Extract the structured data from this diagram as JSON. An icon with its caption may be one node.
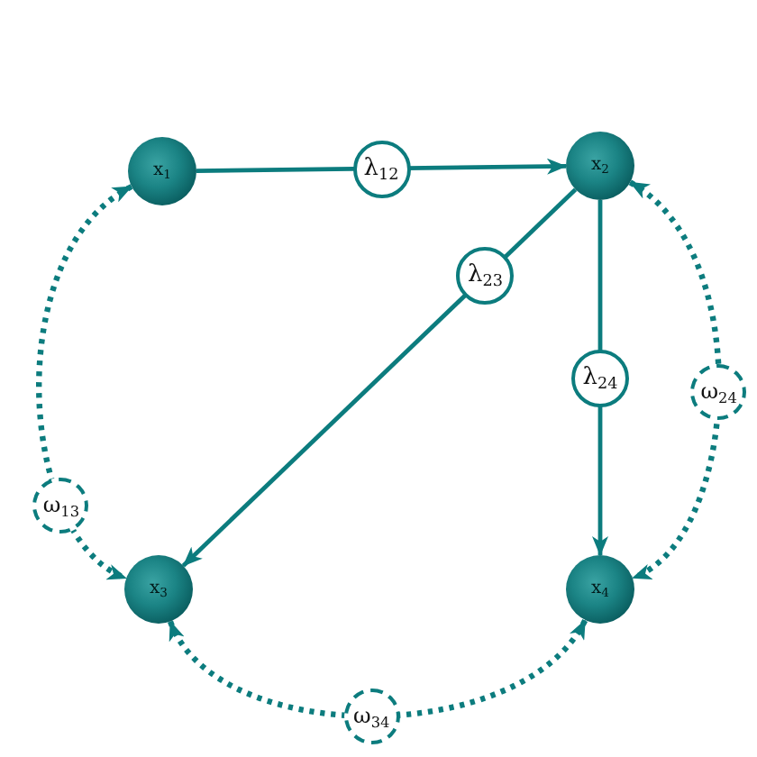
{
  "diagram": {
    "nodes": [
      {
        "text": [
          "x$_{1}$"
        ]
      },
      {
        "text": [
          "x$_{2}$"
        ]
      },
      {
        "text": [
          "x$_{3}$"
        ]
      },
      {
        "text": [
          "x$_{4}$"
        ]
      }
    ],
    "edges": [
      {
        "from": 0,
        "to": 1,
        "arrow": "to",
        "label": "λ$_{12}$"
      },
      {
        "from": 1,
        "to": 2,
        "arrow": "to",
        "label": "λ$_{23}$"
      },
      {
        "from": 1,
        "to": 3,
        "arrow": "to",
        "label": "λ$_{24}$"
      },
      {
        "from": 0,
        "to": 2,
        "arrow": "both",
        "label": "ω$_{13}$",
        "style": "dashed"
      },
      {
        "from": 1,
        "to": 3,
        "arrow": "both",
        "label": "ω$_{24}$",
        "style": "dashed"
      },
      {
        "from": 2,
        "to": 3,
        "arrow": "both",
        "label": "ω$_{34}$",
        "style": "dashed"
      }
    ]
  }
}
